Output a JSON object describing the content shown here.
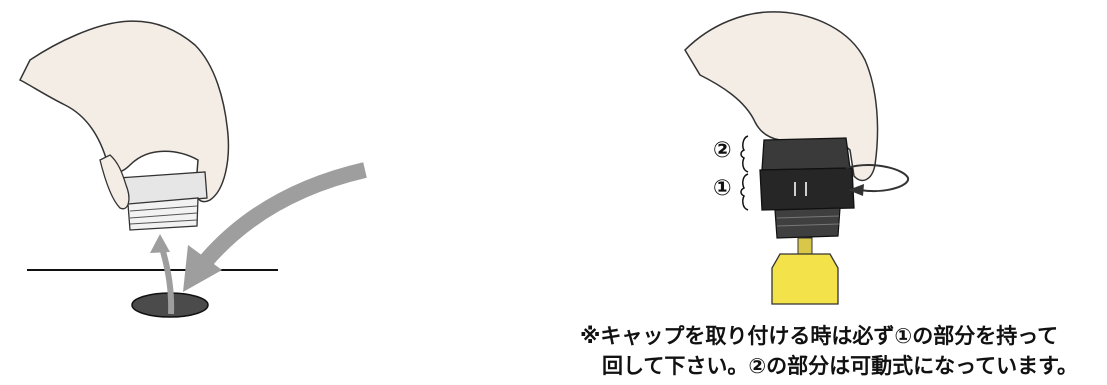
{
  "labels": {
    "part2": "②",
    "part1": "①"
  },
  "note": {
    "line1": "※キャップを取り付ける時は必ず①の部分を持って",
    "line2": "回して下さい。②の部分は可動式になっています。"
  }
}
